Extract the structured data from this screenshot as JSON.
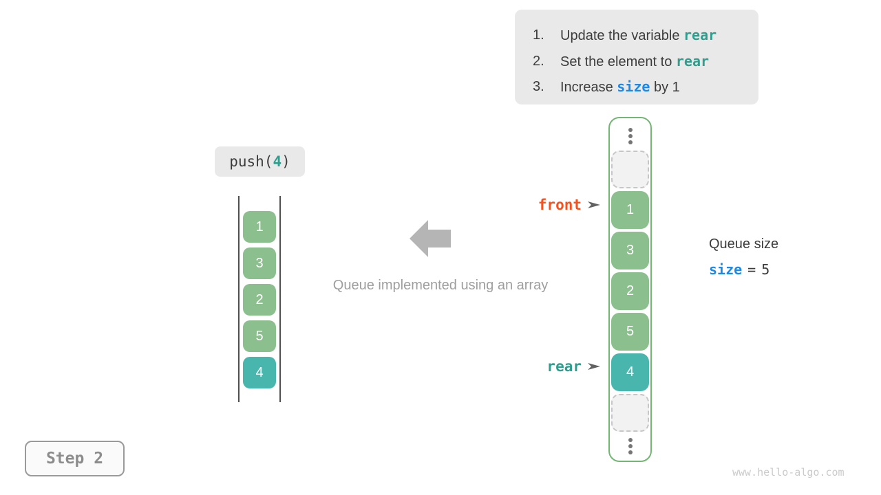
{
  "instructions": {
    "items": [
      {
        "num": "1.",
        "before": "Update the variable ",
        "code": "rear",
        "after": ""
      },
      {
        "num": "2.",
        "before": "Set the element to ",
        "code": "rear",
        "after": ""
      },
      {
        "num": "3.",
        "before": "Increase ",
        "code": "size",
        "after": " by 1"
      }
    ]
  },
  "push_label": {
    "prefix": "push(",
    "arg": "4",
    "suffix": ")"
  },
  "left_stack": {
    "values": [
      "1",
      "3",
      "2",
      "5",
      "4"
    ]
  },
  "right_array": {
    "values": [
      "1",
      "3",
      "2",
      "5",
      "4"
    ]
  },
  "pointers": {
    "front": "front",
    "rear": "rear"
  },
  "caption": "Queue implemented using an array",
  "queue_size": {
    "title": "Queue size",
    "var": "size",
    "eq": "=",
    "value": "5"
  },
  "step_label": "Step 2",
  "watermark": "www.hello-algo.com",
  "colors": {
    "cell_green": "#8cbf8e",
    "cell_teal": "#49b6ae",
    "front_orange": "#f4511e",
    "rear_teal": "#2f9e8e",
    "size_blue": "#1e88e5",
    "box_gray": "#e9e9e9",
    "arrow_gray": "#b5b5b5",
    "array_border_green": "#73b573"
  }
}
